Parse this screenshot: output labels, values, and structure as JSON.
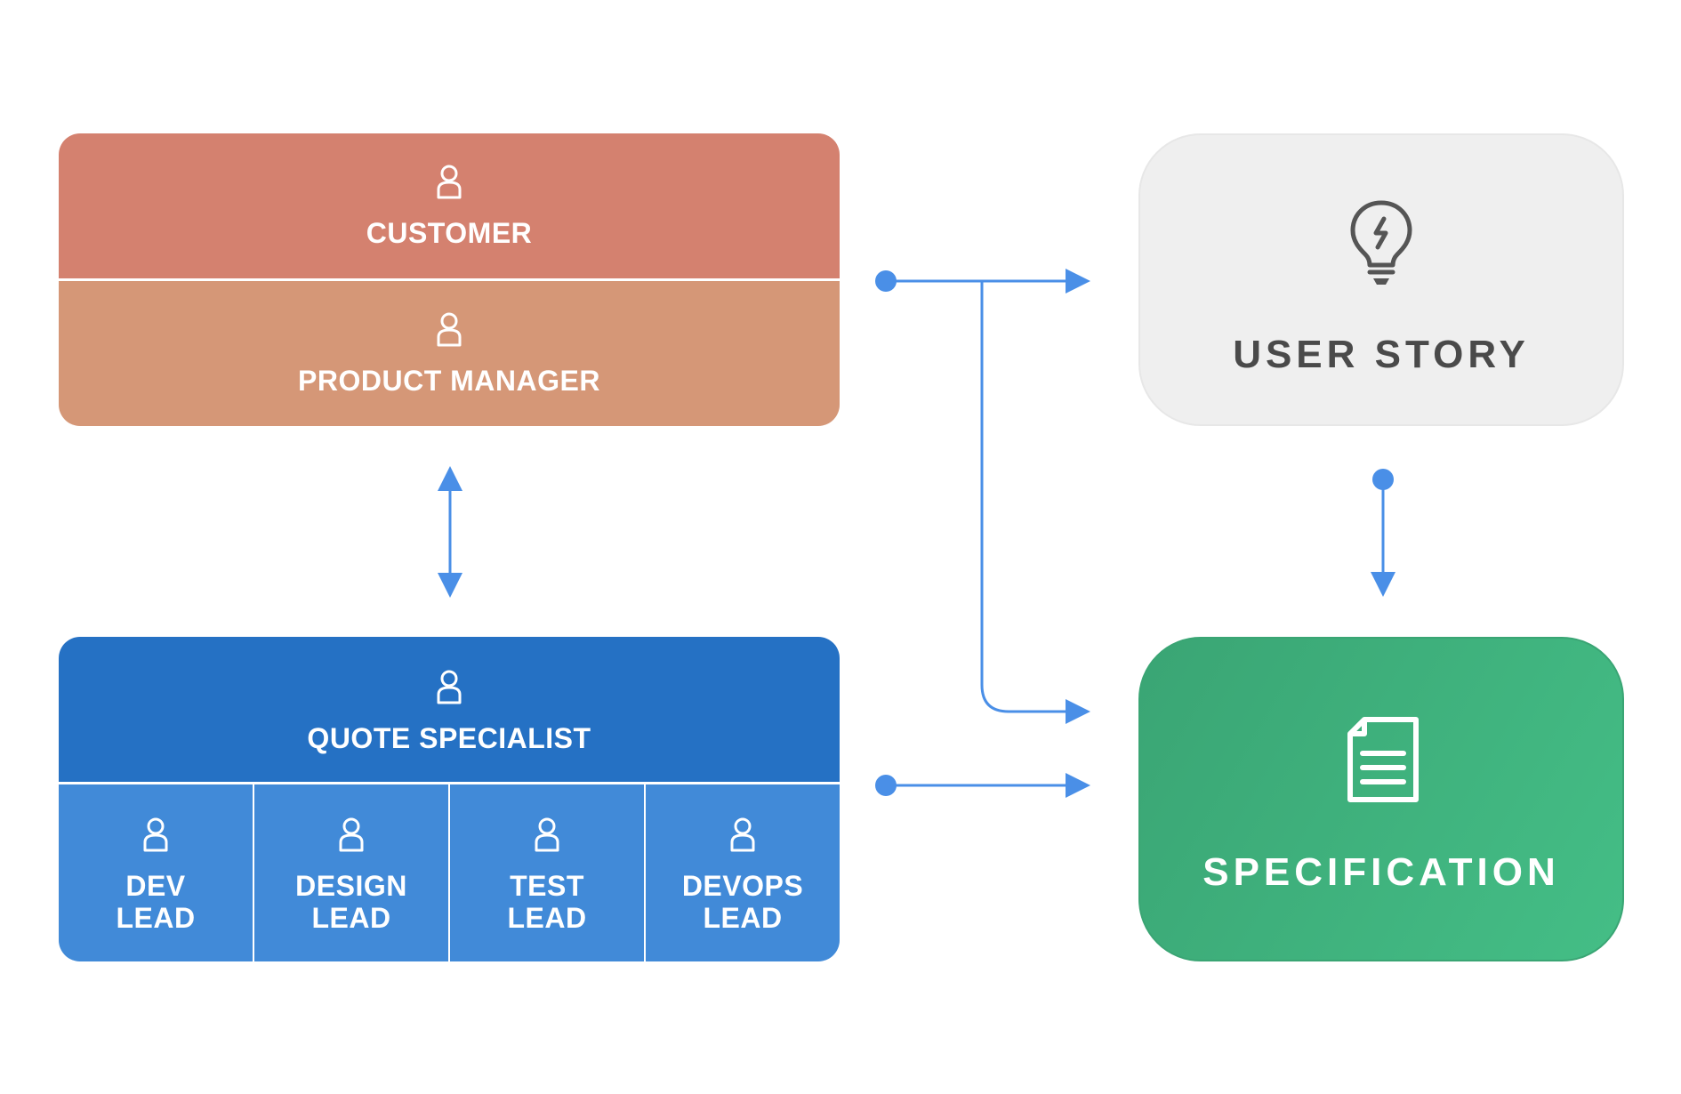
{
  "stakeholders": {
    "customer": "CUSTOMER",
    "product_manager": "PRODUCT MANAGER"
  },
  "team": {
    "quote_specialist": "QUOTE SPECIALIST",
    "leads": [
      {
        "line1": "DEV",
        "line2": "LEAD"
      },
      {
        "line1": "DESIGN",
        "line2": "LEAD"
      },
      {
        "line1": "TEST",
        "line2": "LEAD"
      },
      {
        "line1": "DEVOPS",
        "line2": "LEAD"
      }
    ]
  },
  "user_story": {
    "label": "USER STORY",
    "icon": "lightbulb-icon"
  },
  "specification": {
    "label": "SPECIFICATION",
    "icon": "document-icon"
  },
  "icons": {
    "person": "person-icon"
  },
  "colors": {
    "customer": "#d4816f",
    "product_manager": "#d59777",
    "quote_specialist": "#2571c4",
    "leads": "#418ad8",
    "user_story_bg": "#efefef",
    "specification_bg": "#3fb07b",
    "connector": "#4a8fe7"
  }
}
